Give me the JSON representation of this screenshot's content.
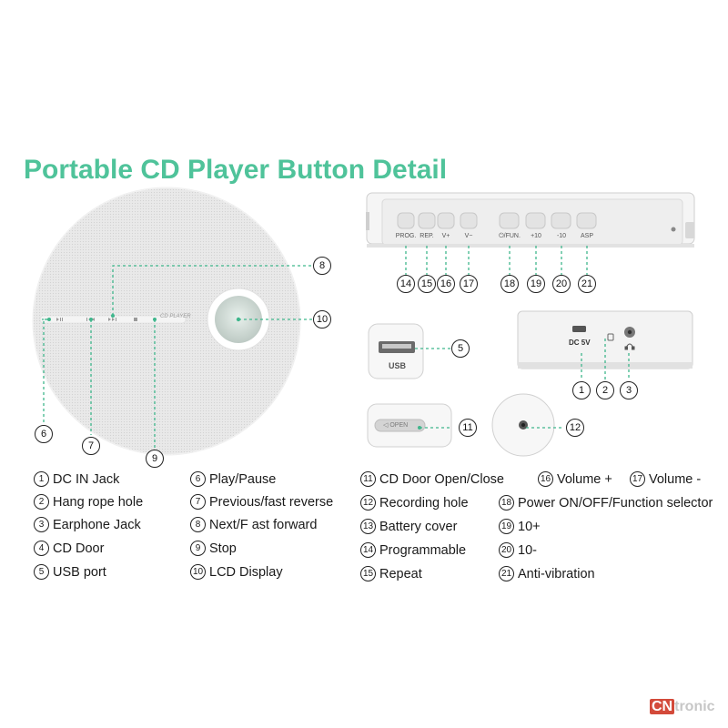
{
  "title": "Portable CD Player Button Detail",
  "colors": {
    "accent": "#4fc39a",
    "panel": "#f3f3f3",
    "button": "#e6e6e6",
    "text": "#1a1a1a"
  },
  "device": {
    "disc_brand": "CD PLAYER",
    "top_buttons": [
      {
        "label": "PROG.",
        "callout": "14"
      },
      {
        "label": "REP.",
        "callout": "15"
      },
      {
        "label": "V+",
        "callout": "16"
      },
      {
        "label": "V−",
        "callout": "17"
      },
      {
        "label": "⏻/FUN.",
        "callout": "18"
      },
      {
        "label": "+10",
        "callout": "19"
      },
      {
        "label": "-10",
        "callout": "20"
      },
      {
        "label": "ASP",
        "callout": "21"
      }
    ],
    "usb_label": "USB",
    "dc_label": "DC 5V",
    "door_slider_text": "◁ OPEN",
    "earphone_icon": "headphone-icon"
  },
  "callouts": {
    "c1": "1",
    "c2": "2",
    "c3": "3",
    "c5": "5",
    "c6": "6",
    "c7": "7",
    "c8": "8",
    "c9": "9",
    "c10": "10",
    "c11": "11",
    "c12": "12"
  },
  "legend": [
    {
      "num": "1",
      "label": "DC IN Jack"
    },
    {
      "num": "2",
      "label": "Hang rope hole"
    },
    {
      "num": "3",
      "label": "Earphone Jack"
    },
    {
      "num": "4",
      "label": "CD Door"
    },
    {
      "num": "5",
      "label": "USB port"
    },
    {
      "num": "6",
      "label": "Play/Pause"
    },
    {
      "num": "7",
      "label": "Previous/fast reverse"
    },
    {
      "num": "8",
      "label": "Next/F ast forward"
    },
    {
      "num": "9",
      "label": "Stop"
    },
    {
      "num": "10",
      "label": "LCD Display"
    },
    {
      "num": "11",
      "label": "CD Door Open/Close"
    },
    {
      "num": "12",
      "label": "Recording hole"
    },
    {
      "num": "13",
      "label": "Battery cover"
    },
    {
      "num": "14",
      "label": "Programmable"
    },
    {
      "num": "15",
      "label": "Repeat"
    },
    {
      "num": "16",
      "label": "Volume +"
    },
    {
      "num": "17",
      "label": "Volume -"
    },
    {
      "num": "18",
      "label": "Power ON/OFF/Function selector"
    },
    {
      "num": "19",
      "label": "10+"
    },
    {
      "num": "20",
      "label": "10-"
    },
    {
      "num": "21",
      "label": "Anti-vibration"
    }
  ],
  "watermark": {
    "cn": "CN",
    "rest": "tronic"
  }
}
